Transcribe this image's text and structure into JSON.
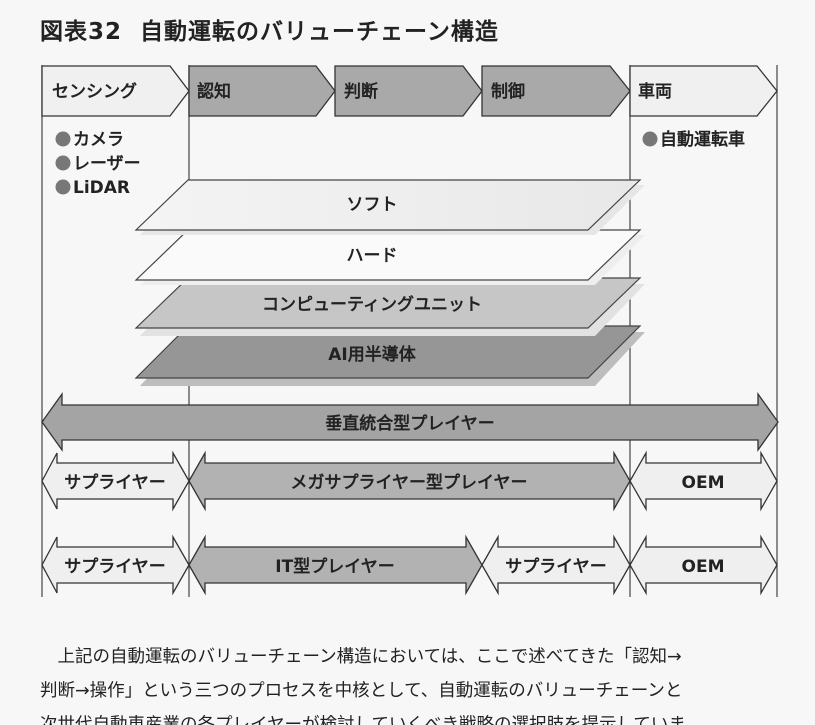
{
  "figure": {
    "number": "図表32",
    "title": "自動運転のバリューチェーン構造"
  },
  "stages": [
    "センシング",
    "認知",
    "判断",
    "制御",
    "車両"
  ],
  "sensing_items": [
    "カメラ",
    "レーザー",
    "LiDAR"
  ],
  "vehicle_items": [
    "自動運転車"
  ],
  "layers": [
    "ソフト",
    "ハード",
    "コンピューティングユニット",
    "AI用半導体"
  ],
  "arrows": {
    "vertical_integration": "垂直統合型プレイヤー",
    "row1": [
      "サプライヤー",
      "メガサプライヤー型プレイヤー",
      "OEM"
    ],
    "row2": [
      "サプライヤー",
      "IT型プレイヤー",
      "サプライヤー",
      "OEM"
    ]
  },
  "body_lines": [
    "　上記の自動運転のバリューチェーン構造においては、ここで述べてきた「認知→",
    "判断→操作」という三つのプロセスを中核として、自動運転のバリューチェーンと",
    "次世代自動車産業の各プレイヤーが検討していくべき戦略の選択肢を提示していま"
  ]
}
